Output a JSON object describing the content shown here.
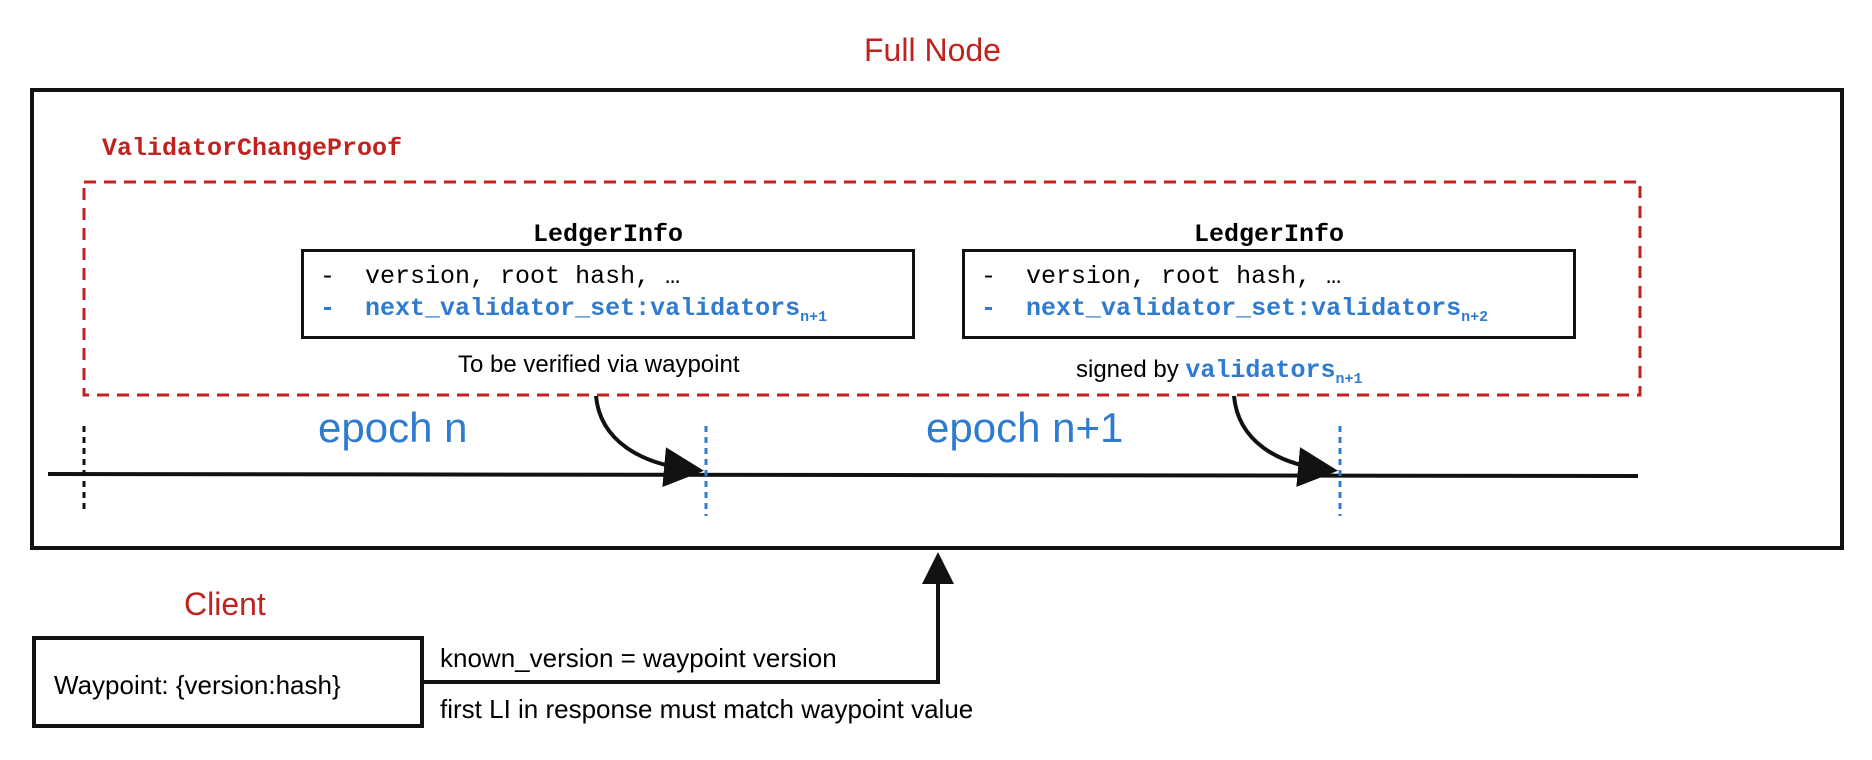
{
  "full_node": {
    "title": "Full Node"
  },
  "proof": {
    "label": "ValidatorChangeProof"
  },
  "ledger_infos": [
    {
      "title": "LedgerInfo",
      "dash": "-",
      "line1": "version, root hash, …",
      "line2_main": "next_validator_set:validators",
      "line2_sub": "n+1",
      "caption": "To be verified via waypoint"
    },
    {
      "title": "LedgerInfo",
      "dash": "-",
      "line1": "version, root hash, …",
      "line2_main": "next_validator_set:validators",
      "line2_sub": "n+2",
      "caption_prefix": "signed by",
      "caption_main": "validators",
      "caption_sub": "n+1"
    }
  ],
  "epochs": [
    "epoch n",
    "epoch n+1"
  ],
  "client": {
    "title": "Client",
    "waypoint": "Waypoint: {version:hash}",
    "request_line": "known_version = waypoint version",
    "response_line": "first LI in response must match waypoint value"
  },
  "colors": {
    "red": "#c0231f",
    "blue": "#2e7bcf",
    "black": "#111111"
  }
}
